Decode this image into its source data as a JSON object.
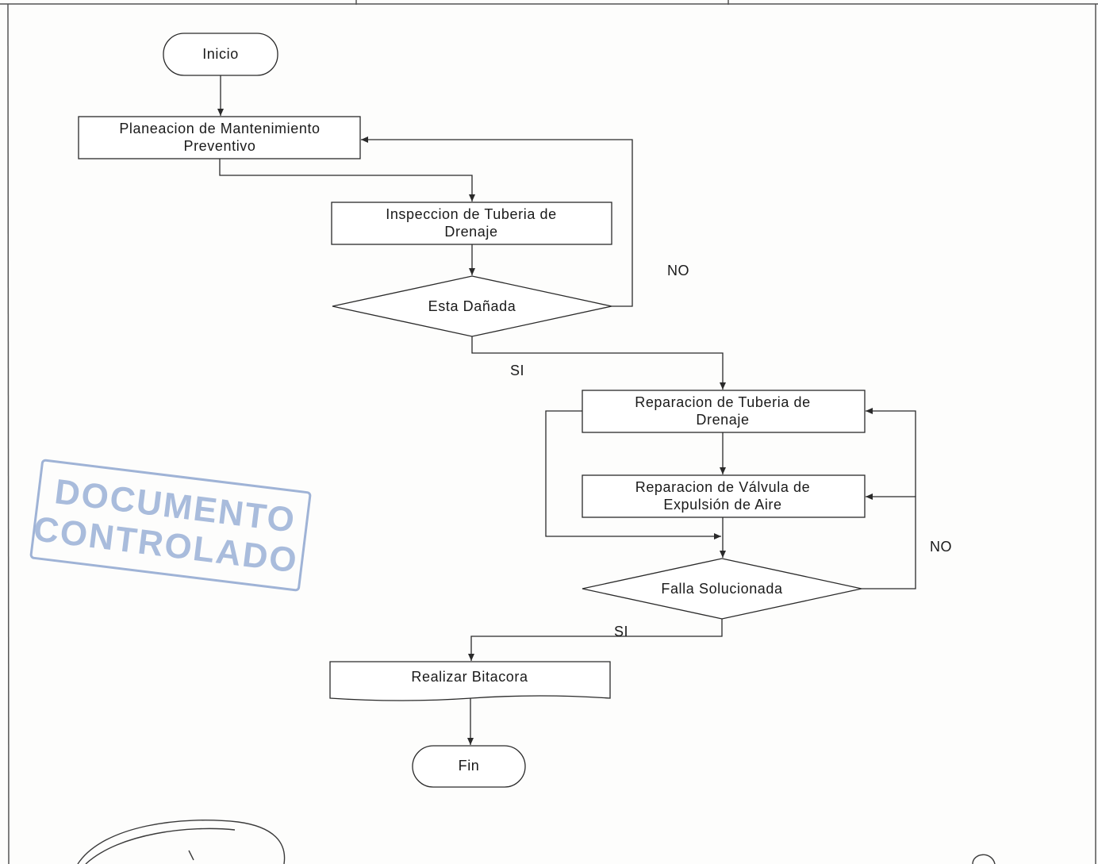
{
  "nodes": {
    "start": "Inicio",
    "planning": [
      "Planeacion de Mantenimiento",
      "Preventivo"
    ],
    "inspection": [
      "Inspeccion de Tuberia de",
      "Drenaje"
    ],
    "decision_damaged": "Esta Dañada",
    "pipe_repair": [
      "Reparacion de Tuberia de",
      "Drenaje"
    ],
    "valve_repair": [
      "Reparacion de Válvula de",
      "Expulsión de Aire"
    ],
    "decision_solved": "Falla Solucionada",
    "log": "Realizar Bitacora",
    "end": "Fin"
  },
  "branches": {
    "damaged_no": "NO",
    "damaged_yes": "SI",
    "solved_no": "NO",
    "solved_yes": "SI"
  },
  "stamp": {
    "line1": "DOCUMENTO",
    "line2": "CONTROLADO",
    "color": "#a9bcdc"
  },
  "colors": {
    "line": "#2a2a2a",
    "background": "#fdfdfc"
  }
}
